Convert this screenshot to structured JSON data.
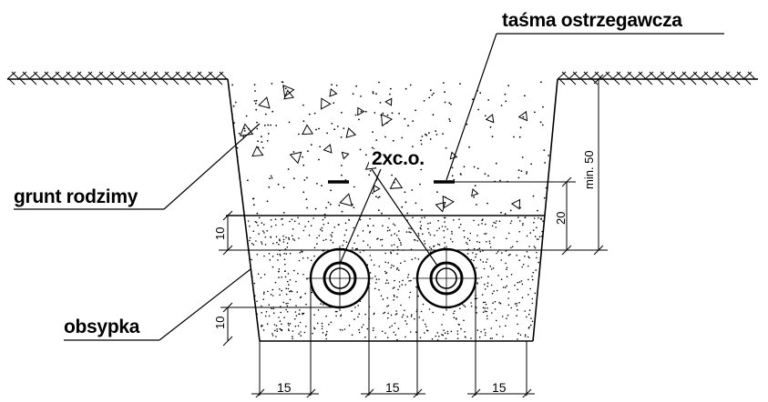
{
  "labels": {
    "warning_tape": "taśma ostrzegawcza",
    "native_soil": "grunt rodzimy",
    "bedding": "obsypka",
    "pipes": "2xc.o."
  },
  "dimensions": {
    "depth_total": "min. 50",
    "cover_above_bedding": "20",
    "bedding_top": "10",
    "bedding_bottom": "10",
    "gap_left": "15",
    "gap_middle": "15",
    "gap_right": "15"
  },
  "colors": {
    "line": "#000000",
    "background": "#ffffff"
  }
}
